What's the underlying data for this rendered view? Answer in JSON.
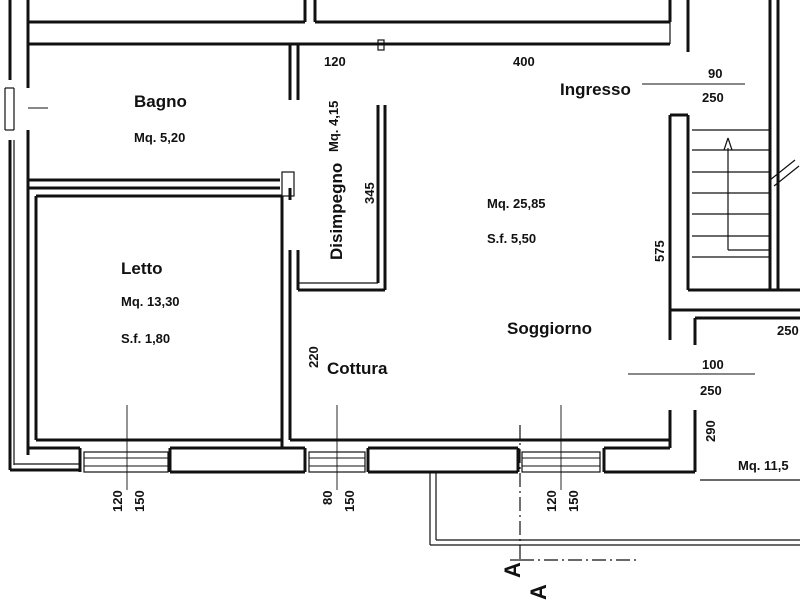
{
  "rooms": {
    "bagno": {
      "name": "Bagno",
      "area": "Mq.  5,20"
    },
    "letto": {
      "name": "Letto",
      "area": "Mq.  13,30",
      "sf": "S.f.  1,80"
    },
    "disimpegno": {
      "name": "Disimpegno",
      "area": "Mq.  4,15"
    },
    "ingresso": {
      "name": "Ingresso"
    },
    "soggiorno": {
      "name": "Soggiorno",
      "area": "Mq.  25,85",
      "sf": "S.f.  5,50"
    },
    "cottura": {
      "name": "Cottura"
    },
    "adjacent": {
      "area": "Mq.  11,5"
    }
  },
  "dimensions": {
    "d120_top": "120",
    "d400": "400",
    "d345": "345",
    "d575": "575",
    "d220": "220",
    "d290": "290",
    "d250_right": "250",
    "door_ingresso": {
      "width": "90",
      "height": "250"
    },
    "door_soggiorno": {
      "width": "100",
      "height": "250"
    },
    "win_letto": {
      "width": "120",
      "height": "150"
    },
    "win_cottura": {
      "width": "80",
      "height": "150"
    },
    "win_soggiorno": {
      "width": "120",
      "height": "150"
    }
  },
  "section_marks": {
    "left": "A",
    "right": "A"
  }
}
